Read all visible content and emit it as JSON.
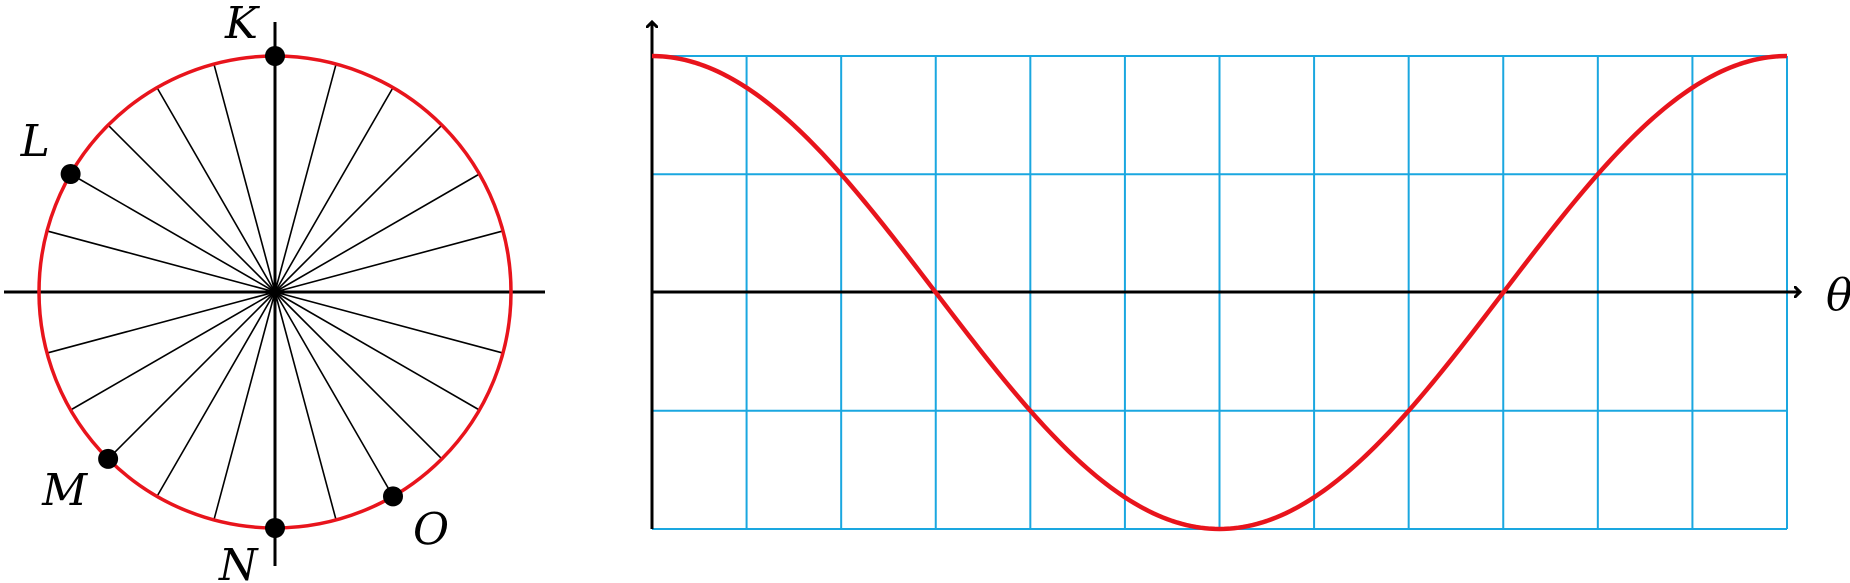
{
  "figure": {
    "colors": {
      "circle": "#e8141c",
      "curve": "#e8141c",
      "grid": "#1aa7e0",
      "axes": "#000000",
      "spokes": "#000000"
    }
  },
  "unit_circle": {
    "spoke_count": 24,
    "points": [
      {
        "label": "K",
        "angle_deg": 90
      },
      {
        "label": "L",
        "angle_deg": 150
      },
      {
        "label": "M",
        "angle_deg": 225
      },
      {
        "label": "N",
        "angle_deg": 270
      },
      {
        "label": "O",
        "angle_deg": 300
      }
    ]
  },
  "chart_data": {
    "type": "line",
    "title": "",
    "xlabel": "θ",
    "ylabel": "",
    "function": "cos",
    "x_range_deg": [
      0,
      360
    ],
    "y_range": [
      -1,
      1
    ],
    "grid": {
      "vertical_divisions": 12,
      "horizontal_divisions": 4
    },
    "x": [
      0,
      30,
      60,
      90,
      120,
      150,
      180,
      210,
      240,
      270,
      300,
      330,
      360
    ],
    "series": [
      {
        "values": [
          1,
          0.866,
          0.5,
          0,
          -0.5,
          -0.866,
          -1,
          -0.866,
          -0.5,
          0,
          0.5,
          0.866,
          1
        ]
      }
    ]
  }
}
